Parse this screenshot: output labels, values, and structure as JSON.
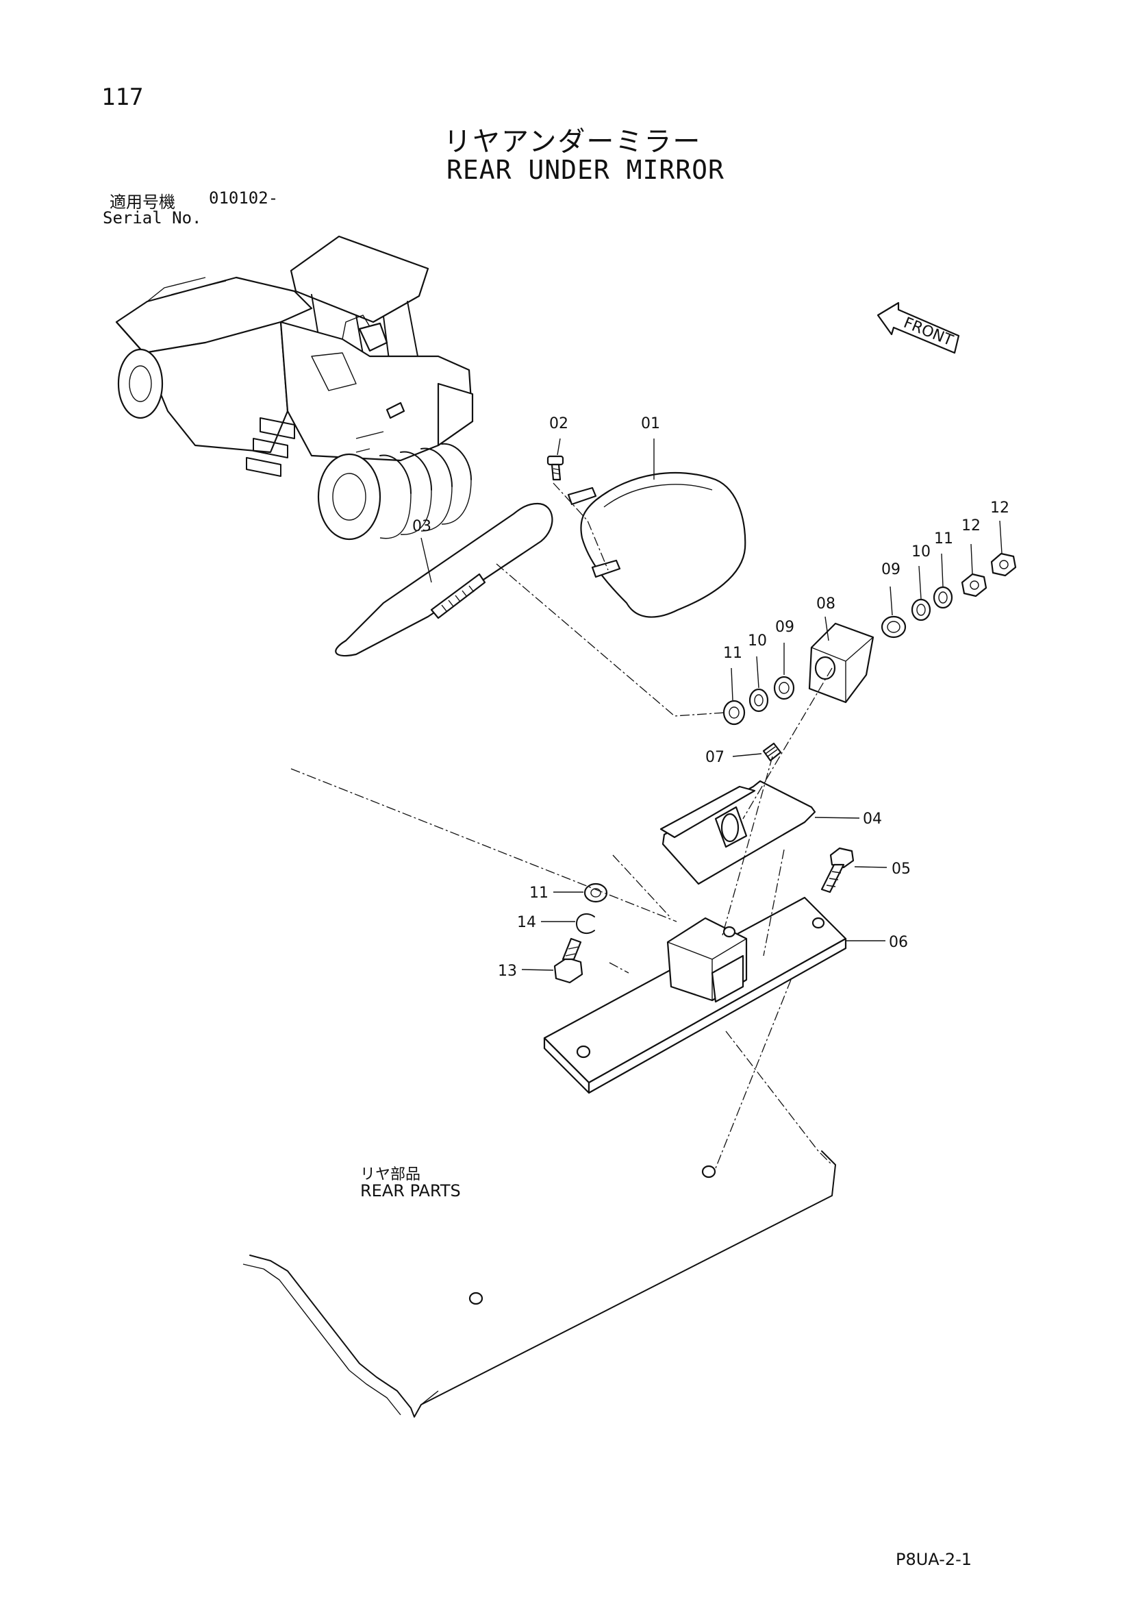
{
  "page": {
    "number": "117",
    "title_jp": "リヤアンダーミラー",
    "title_en": "REAR UNDER MIRROR",
    "serial_label_jp": "適用号機",
    "serial_value": "010102-",
    "serial_label_en": "Serial No.",
    "code": "P8UA-2-1"
  },
  "diagram": {
    "front_indicator": "FRONT",
    "rear_parts_jp": "リヤ部品",
    "rear_parts_en": "REAR PARTS",
    "callouts": {
      "c01": "01",
      "c02": "02",
      "c03": "03",
      "c04": "04",
      "c05": "05",
      "c06": "06",
      "c07": "07",
      "c08": "08",
      "c09a": "09",
      "c09b": "09",
      "c10a": "10",
      "c10b": "10",
      "c11a": "11",
      "c11b": "11",
      "c11c": "11",
      "c12a": "12",
      "c12b": "12",
      "c13": "13",
      "c14": "14"
    }
  }
}
